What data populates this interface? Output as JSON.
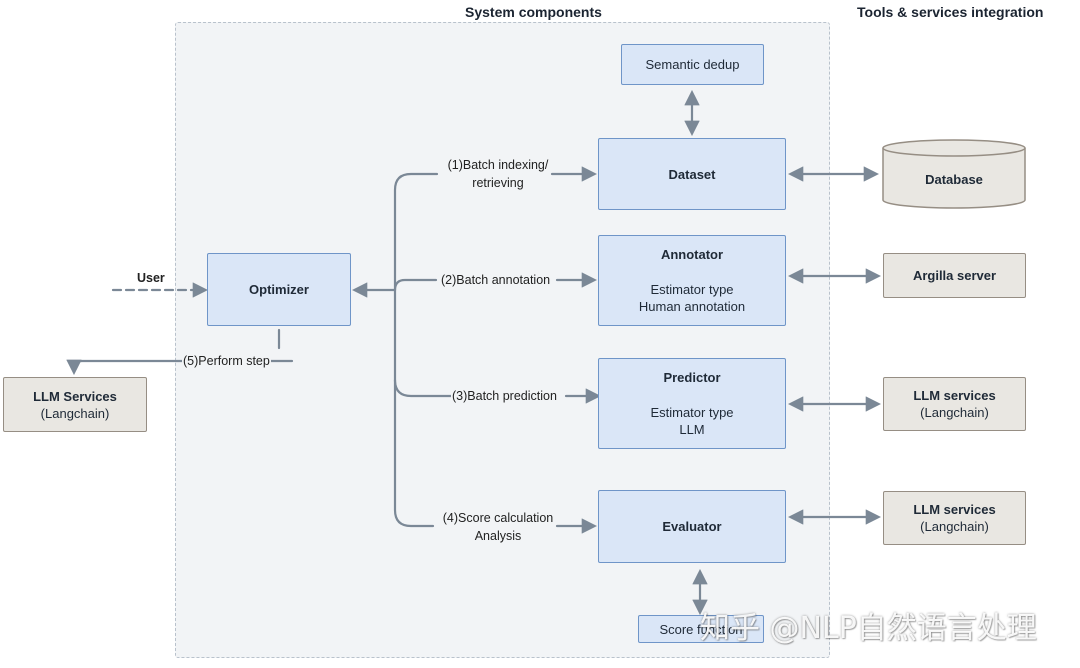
{
  "headings": {
    "system_components": "System components",
    "tools_integration": "Tools & services integration"
  },
  "user_label": "User",
  "optimizer": {
    "title": "Optimizer"
  },
  "llm_services_left": {
    "title": "LLM Services",
    "subtitle": "(Langchain)"
  },
  "semantic_dedup": {
    "title": "Semantic dedup"
  },
  "dataset": {
    "title": "Dataset"
  },
  "annotator": {
    "title": "Annotator",
    "line1": "Estimator type",
    "line2": "Human annotation"
  },
  "predictor": {
    "title": "Predictor",
    "line1": "Estimator type",
    "line2": "LLM"
  },
  "evaluator": {
    "title": "Evaluator"
  },
  "score_function": {
    "title": "Score function"
  },
  "database": {
    "title": "Database"
  },
  "argilla": {
    "title": "Argilla server"
  },
  "llm_services_right_1": {
    "title": "LLM services",
    "subtitle": "(Langchain)"
  },
  "llm_services_right_2": {
    "title": "LLM services",
    "subtitle": "(Langchain)"
  },
  "steps": {
    "step1_line1": "(1)Batch indexing/",
    "step1_line2": "retrieving",
    "step2": "(2)Batch annotation",
    "step3": "(3)Batch prediction",
    "step4_line1": "(4)Score calculation",
    "step4_line2": "Analysis",
    "step5": "(5)Perform step"
  },
  "watermark": "知乎 @NLP自然语言处理",
  "colors": {
    "arrow": "#7b8896",
    "component_fill": "#dae6f7",
    "component_border": "#6f95c8",
    "external_fill": "#e9e7e2",
    "external_border": "#968e84",
    "panel_fill": "#f2f4f6"
  }
}
